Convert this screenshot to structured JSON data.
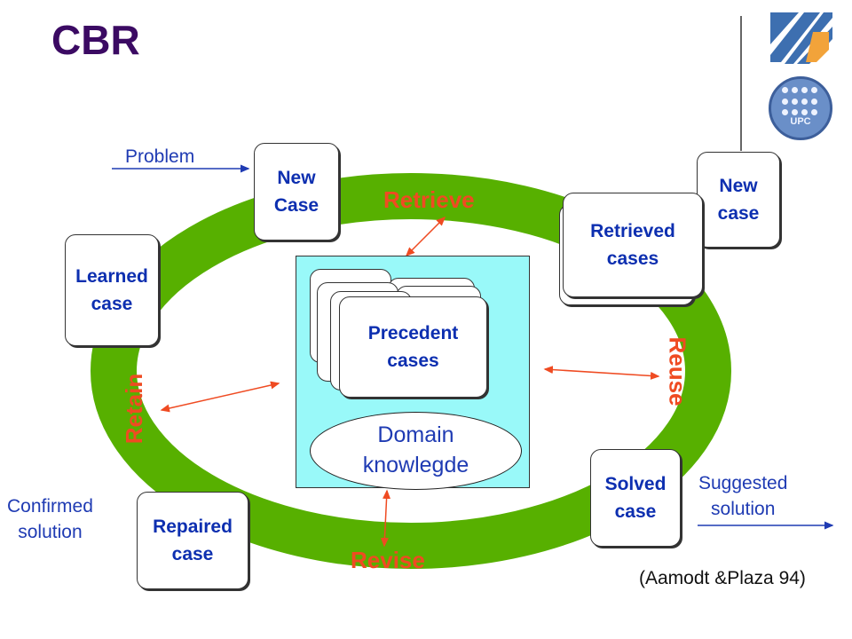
{
  "title": "CBR",
  "stages": {
    "retrieve": "Retrieve",
    "reuse": "Reuse",
    "revise": "Revise",
    "retain": "Retain"
  },
  "nodes": {
    "new_case_left": [
      "New",
      "Case"
    ],
    "new_case_right": [
      "New",
      "case"
    ],
    "retrieved_cases": [
      "Retrieved",
      "cases"
    ],
    "learned_case": [
      "Learned",
      "case"
    ],
    "repaired_case": [
      "Repaired",
      "case"
    ],
    "solved_case": [
      "Solved",
      "case"
    ],
    "precedent_cases": [
      "Precedent",
      "cases"
    ],
    "domain_knowledge": [
      "Domain",
      "knowlegde"
    ]
  },
  "notes": {
    "problem": "Problem",
    "suggested_solution": [
      "Suggested",
      "solution"
    ],
    "confirmed_solution": [
      "Confirmed",
      "solution"
    ]
  },
  "reference": "(Aamodt &Plaza 94)",
  "logo": {
    "upc_text": "UPC"
  },
  "colors": {
    "cycle_green": "#57b000",
    "stage_orange": "#ef4b22",
    "node_text_blue": "#0d2fb0",
    "title_purple": "#3b0a63",
    "kb_cyan": "#99f9f9"
  }
}
